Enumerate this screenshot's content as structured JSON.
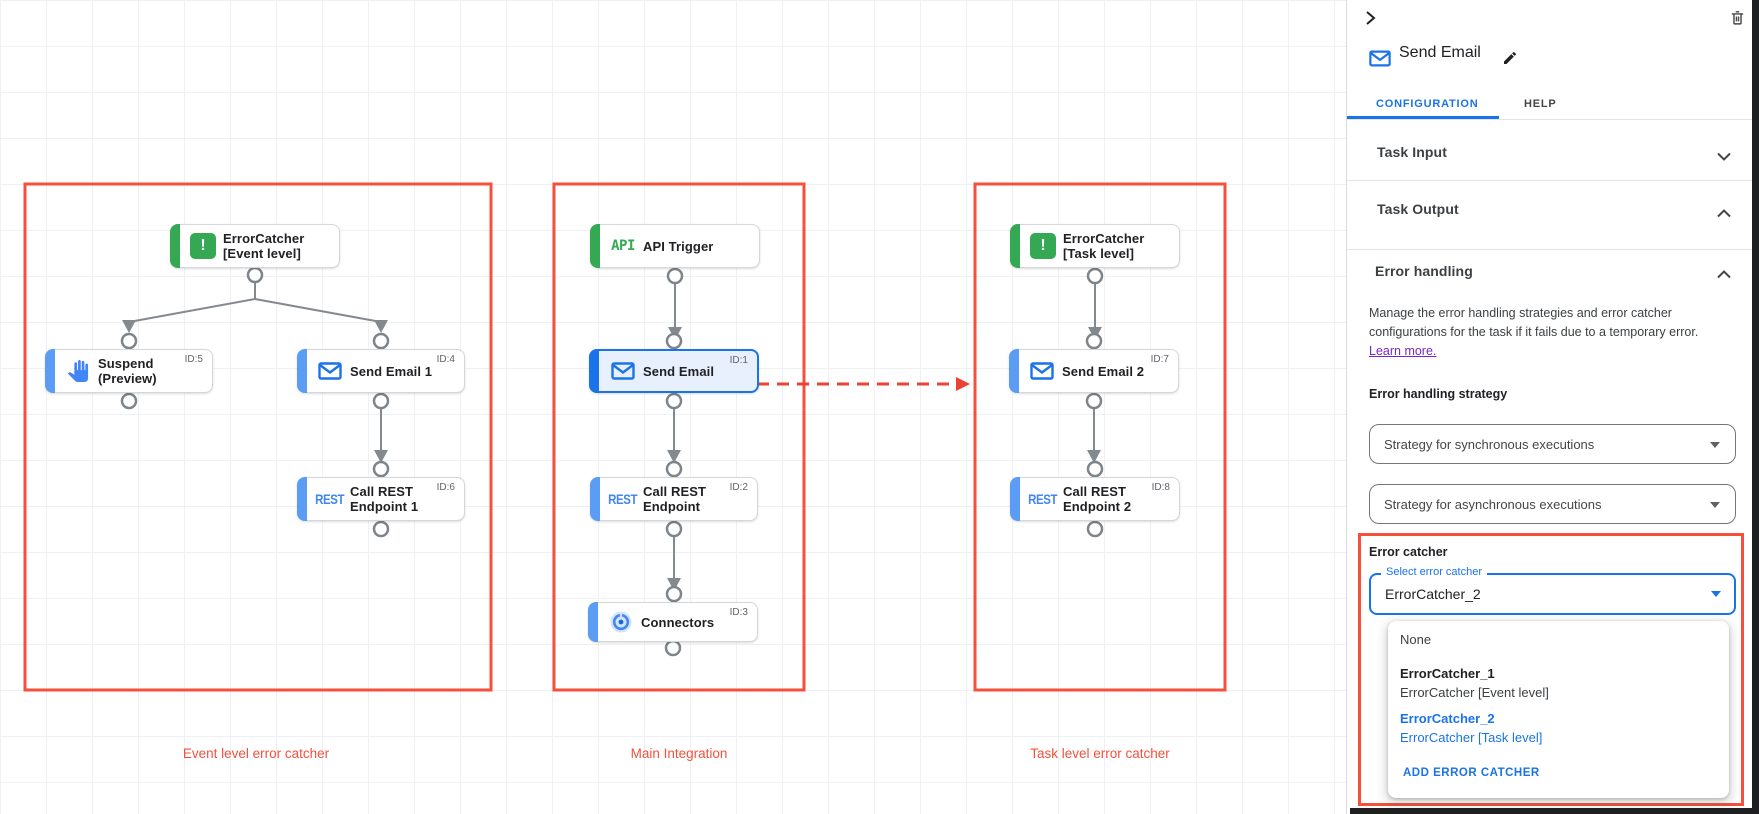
{
  "canvas": {
    "group_labels": [
      "Event level error catcher",
      "Main Integration",
      "Task level error catcher"
    ],
    "nodes": [
      {
        "label1": "ErrorCatcher",
        "label2": "[Event level]",
        "icon_text": "!"
      },
      {
        "label1": "Suspend",
        "label2": "(Preview)",
        "id": "ID:5"
      },
      {
        "label1": "Send Email 1",
        "id": "ID:4"
      },
      {
        "label1": "Call REST",
        "label2": "Endpoint 1",
        "id": "ID:6",
        "icon_text": "REST"
      },
      {
        "label1": "API Trigger",
        "icon_text": "API"
      },
      {
        "label1": "Send Email",
        "id": "ID:1"
      },
      {
        "label1": "Call REST",
        "label2": "Endpoint",
        "id": "ID:2",
        "icon_text": "REST"
      },
      {
        "label1": "Connectors",
        "id": "ID:3"
      },
      {
        "label1": "ErrorCatcher",
        "label2": "[Task level]",
        "icon_text": "!"
      },
      {
        "label1": "Send Email 2",
        "id": "ID:7"
      },
      {
        "label1": "Call REST",
        "label2": "Endpoint 2",
        "id": "ID:8",
        "icon_text": "REST"
      }
    ]
  },
  "panel": {
    "title": "Send Email",
    "tabs": {
      "configuration": "CONFIGURATION",
      "help": "HELP"
    },
    "sections": {
      "task_input": "Task Input",
      "task_output": "Task Output",
      "error_handling": "Error handling"
    },
    "error_handling": {
      "description_line1": "Manage the error handling strategies and error catcher",
      "description_line2": "configurations for the task if it fails due to a temporary error.",
      "learn_more": "Learn more.",
      "strategy_label": "Error handling strategy",
      "sync_placeholder": "Strategy for synchronous executions",
      "async_placeholder": "Strategy for asynchronous executions"
    },
    "error_catcher": {
      "label": "Error catcher",
      "select_label": "Select error catcher",
      "selected_value": "ErrorCatcher_2",
      "menu": {
        "none": "None",
        "option1_name": "ErrorCatcher_1",
        "option1_desc": "ErrorCatcher [Event level]",
        "option2_name": "ErrorCatcher_2",
        "option2_desc": "ErrorCatcher [Task level]",
        "add_button": "ADD ERROR CATCHER"
      }
    }
  },
  "colors": {
    "accent_blue": "#1a73e8",
    "task_blue": "#4285f4",
    "node_green": "#34a853",
    "highlight_red": "#f4503c",
    "dot_red": "#c5221f",
    "selected_fill": "#e8f0fe",
    "link_purple": "#7627bb"
  }
}
